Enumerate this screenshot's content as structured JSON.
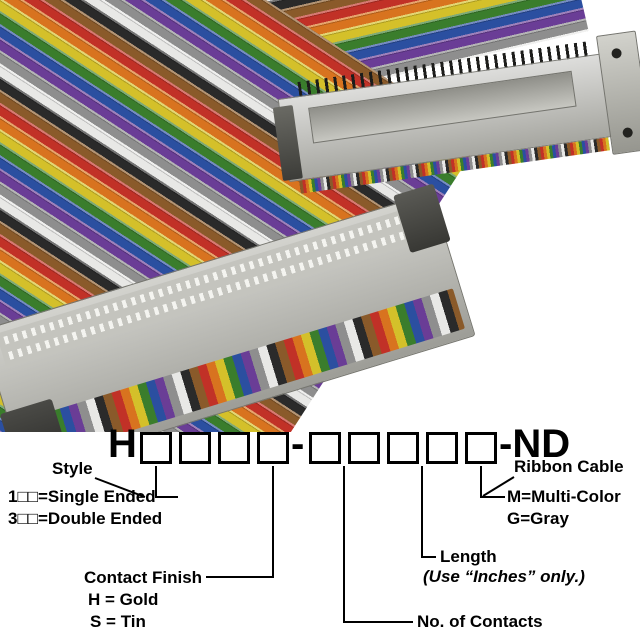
{
  "photo": {
    "ribbon_colors": [
      "#8a5a2a",
      "#c13127",
      "#d8731f",
      "#d4c02a",
      "#3a7d2c",
      "#2b4fa0",
      "#6a3d96",
      "#8e8e8e",
      "#e8e8e6",
      "#2a2a2a"
    ],
    "connector_color": "#b9b9b3"
  },
  "part_number": {
    "prefix": "H",
    "dash": "-",
    "suffix": "-ND",
    "group1_boxes": 4,
    "group2_boxes": 5
  },
  "legend": {
    "style": {
      "title": "Style",
      "options": [
        "1□□=Single Ended",
        "3□□=Double Ended"
      ]
    },
    "contact_finish": {
      "title": "Contact Finish",
      "options": [
        "H = Gold",
        "S = Tin"
      ]
    },
    "contacts": {
      "title": "No. of Contacts"
    },
    "length": {
      "title": "Length",
      "note": "(Use “Inches” only.)"
    },
    "ribbon_cable": {
      "title": "Ribbon Cable",
      "options": [
        "M=Multi-Color",
        "G=Gray"
      ]
    }
  }
}
